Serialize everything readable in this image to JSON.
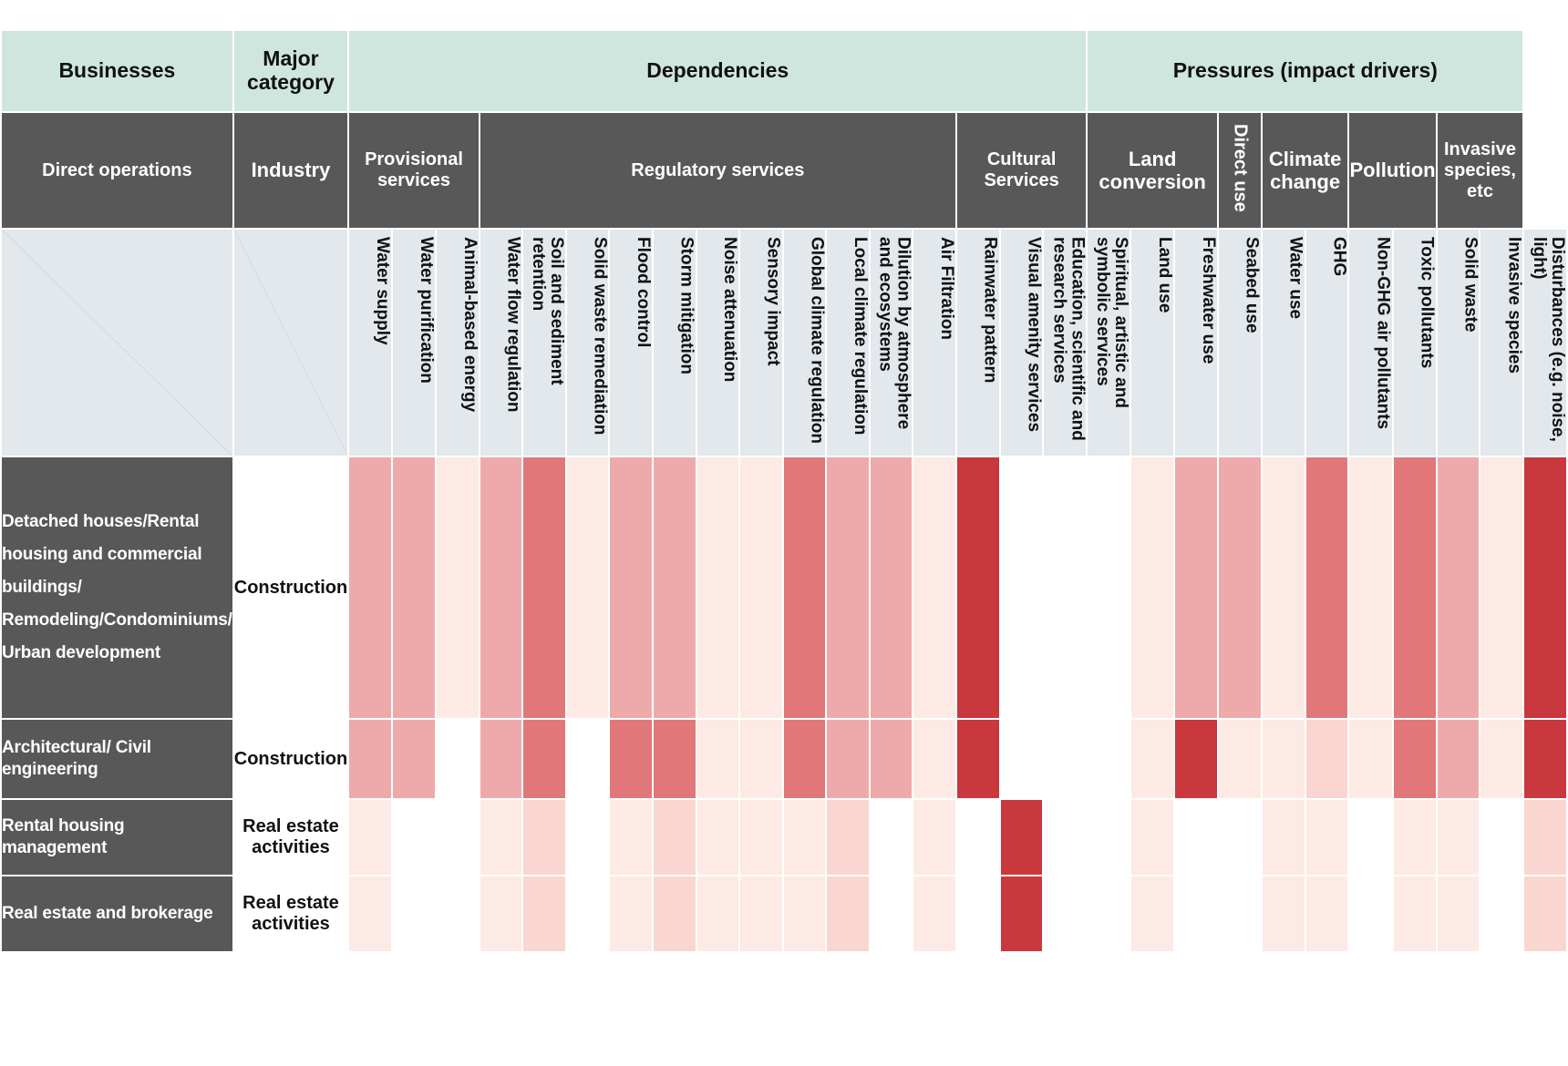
{
  "meta": {
    "colors": {
      "mint": "#cfe6de",
      "dark": "#585858",
      "vhead_bg": "#e2e8ec",
      "scale": {
        "none": "#ffffff",
        "vl": "#fdeae4",
        "l": "#f9d6d0",
        "m": "#eeaaaa",
        "h": "#e2777a",
        "vh": "#c8383c"
      }
    }
  },
  "super_headers": [
    {
      "label": "Businesses",
      "span": 1
    },
    {
      "label": "Major category",
      "span": 1
    },
    {
      "label": "Dependencies",
      "span": 17
    },
    {
      "label": "Pressures (impact drivers)",
      "span": 10
    }
  ],
  "group_headers": [
    {
      "label": "Direct operations",
      "span": 1,
      "vertical": false
    },
    {
      "label": "Industry",
      "span": 1,
      "vertical": false
    },
    {
      "label": "Provisional services",
      "span": 3,
      "vertical": false
    },
    {
      "label": "Regulatory services",
      "span": 11,
      "vertical": false
    },
    {
      "label": "Cultural Services",
      "span": 3,
      "vertical": false
    },
    {
      "label": "Land conversion",
      "span": 3,
      "vertical": false
    },
    {
      "label": "Direct use",
      "span": 1,
      "vertical": true
    },
    {
      "label": "Climate change",
      "span": 2,
      "vertical": false
    },
    {
      "label": "Pollution",
      "span": 2,
      "vertical": false
    },
    {
      "label": "Invasive species, etc",
      "span": 2,
      "vertical": false
    }
  ],
  "columns": [
    "Water supply",
    "Water purification",
    "Animal-based energy",
    "Water flow regulation",
    "Soil and sediment retention",
    "Solid waste remediation",
    "Flood control",
    "Storm mitigation",
    "Noise attenuation",
    "Sensory impact",
    "Global climate regulation",
    "Local climate regulation",
    "Dilution by atmosphere and ecosystems",
    "Air Filtration",
    "Rainwater pattern",
    "Visual amenity services",
    "Education, scientific and research services",
    "Spiritual, artistic and symbolic services",
    "Land use",
    "Freshwater use",
    "Seabed use",
    "Water use",
    "GHG",
    "Non-GHG air pollutants",
    "Toxic pollutants",
    "Solid waste",
    "Invasive species",
    "Disturbances (e.g. noise, light)"
  ],
  "rows": [
    {
      "business": "Detached houses/Rental housing and commercial buildings/ Remodeling/Condominiums/ Urban development",
      "industry": "Construction",
      "values": [
        "m",
        "m",
        "vl",
        "m",
        "h",
        "vl",
        "m",
        "m",
        "vl",
        "vl",
        "h",
        "m",
        "m",
        "vl",
        "vh",
        "none",
        "none",
        "none",
        "vl",
        "m",
        "m",
        "vl",
        "h",
        "vl",
        "h",
        "m",
        "vl",
        "vh"
      ]
    },
    {
      "business": "Architectural/ Civil engineering",
      "industry": "Construction",
      "values": [
        "m",
        "m",
        "none",
        "m",
        "h",
        "none",
        "h",
        "h",
        "vl",
        "vl",
        "h",
        "m",
        "m",
        "vl",
        "vh",
        "none",
        "none",
        "none",
        "vl",
        "vh",
        "vl",
        "vl",
        "l",
        "vl",
        "h",
        "m",
        "vl",
        "vh"
      ]
    },
    {
      "business": "Rental housing management",
      "industry": "Real estate activities",
      "values": [
        "vl",
        "none",
        "none",
        "vl",
        "l",
        "none",
        "vl",
        "l",
        "vl",
        "vl",
        "vl",
        "l",
        "none",
        "vl",
        "none",
        "vh",
        "none",
        "none",
        "vl",
        "none",
        "none",
        "vl",
        "vl",
        "none",
        "vl",
        "vl",
        "none",
        "l"
      ]
    },
    {
      "business": "Real estate and brokerage",
      "industry": "Real estate activities",
      "values": [
        "vl",
        "none",
        "none",
        "vl",
        "l",
        "none",
        "vl",
        "l",
        "vl",
        "vl",
        "vl",
        "l",
        "none",
        "vl",
        "none",
        "vh",
        "none",
        "none",
        "vl",
        "none",
        "none",
        "vl",
        "vl",
        "none",
        "vl",
        "vl",
        "none",
        "l"
      ]
    }
  ]
}
